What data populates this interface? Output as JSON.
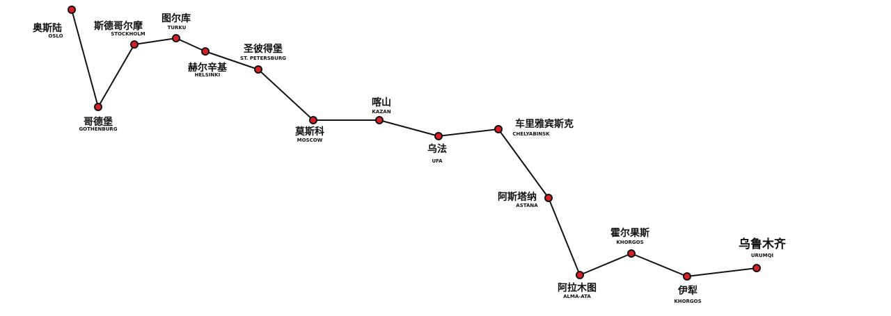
{
  "route": {
    "line_color": "#111111",
    "stop_color": "#d61f26",
    "stations": [
      {
        "cn": "奥斯陆",
        "en": "OSLO"
      },
      {
        "cn": "哥德堡",
        "en": "GOTHENBURG"
      },
      {
        "cn": "斯德哥尔摩",
        "en": "STOCKHOLM"
      },
      {
        "cn": "图尔库",
        "en": "TURKU"
      },
      {
        "cn": "赫尔辛基",
        "en": "HELSINKI"
      },
      {
        "cn": "圣彼得堡",
        "en": "ST. PETERSBURG"
      },
      {
        "cn": "莫斯科",
        "en": "MOSCOW"
      },
      {
        "cn": "喀山",
        "en": "KAZAN"
      },
      {
        "cn": "乌法",
        "en": "UFA"
      },
      {
        "cn": "车里雅宾斯克",
        "en": "CHELYABINSK"
      },
      {
        "cn": "阿斯塔纳",
        "en": "ASTANA"
      },
      {
        "cn": "阿拉木图",
        "en": "ALMA-ATA"
      },
      {
        "cn": "霍尔果斯",
        "en": "KHORGOS"
      },
      {
        "cn": "伊犁",
        "en": "KHORGOS"
      },
      {
        "cn": "乌鲁木齐",
        "en": "URUMQI"
      }
    ]
  }
}
